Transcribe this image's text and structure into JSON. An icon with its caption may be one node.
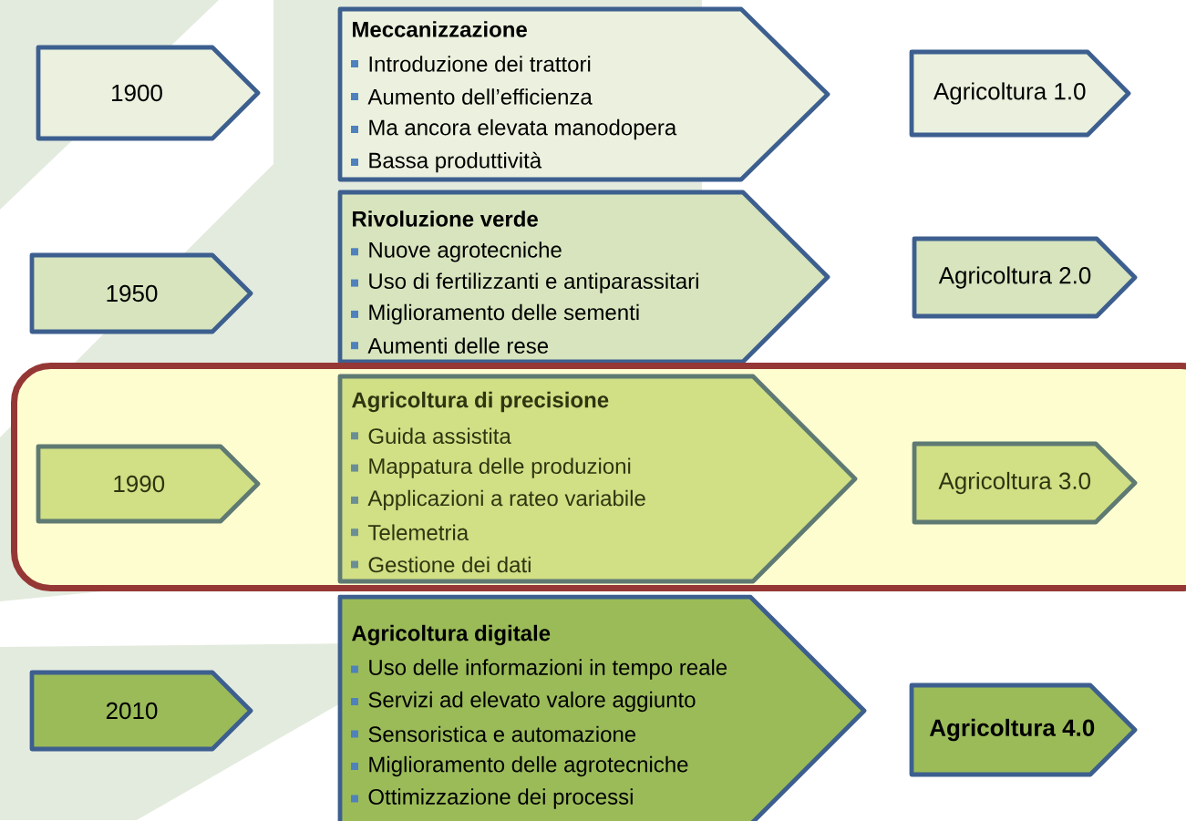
{
  "diagram": {
    "nodes": [
      {
        "text": [
          "1900"
        ]
      },
      {
        "text": [
          "Meccanizzazione",
          "Introduzione dei trattori",
          "Aumento dell’efficienza",
          "Ma ancora elevata manodopera",
          "Bassa produttività"
        ]
      },
      {
        "text": [
          "Agricoltura 1.0"
        ]
      },
      {
        "text": [
          "1950"
        ]
      },
      {
        "text": [
          "Rivoluzione verde",
          "Nuove agrotecniche",
          "Uso di fertilizzanti e antiparassitari",
          "Miglioramento delle sementi",
          "Aumenti delle rese"
        ]
      },
      {
        "text": [
          "Agricoltura 2.0"
        ]
      },
      {
        "text": [],
        "shape": "box"
      },
      {
        "text": [
          "1990"
        ],
        "in": 6
      },
      {
        "text": [
          "Agricoltura di precisione",
          "Guida assistita",
          "Mappatura delle produzioni",
          "Applicazioni a rateo variabile",
          "Telemetria",
          "Gestione dei dati"
        ],
        "in": 6
      },
      {
        "text": [
          "Agricoltura 3.0"
        ],
        "in": 6
      },
      {
        "text": [
          "2010"
        ]
      },
      {
        "text": [
          "Agricoltura digitale",
          "Uso delle informazioni in tempo reale",
          "Servizi ad elevato valore aggiunto",
          "Sensoristica e automazione",
          "Miglioramento delle agrotecniche",
          "Ottimizzazione dei processi"
        ]
      },
      {
        "text": [
          "Agricoltura 4.0"
        ]
      }
    ]
  }
}
